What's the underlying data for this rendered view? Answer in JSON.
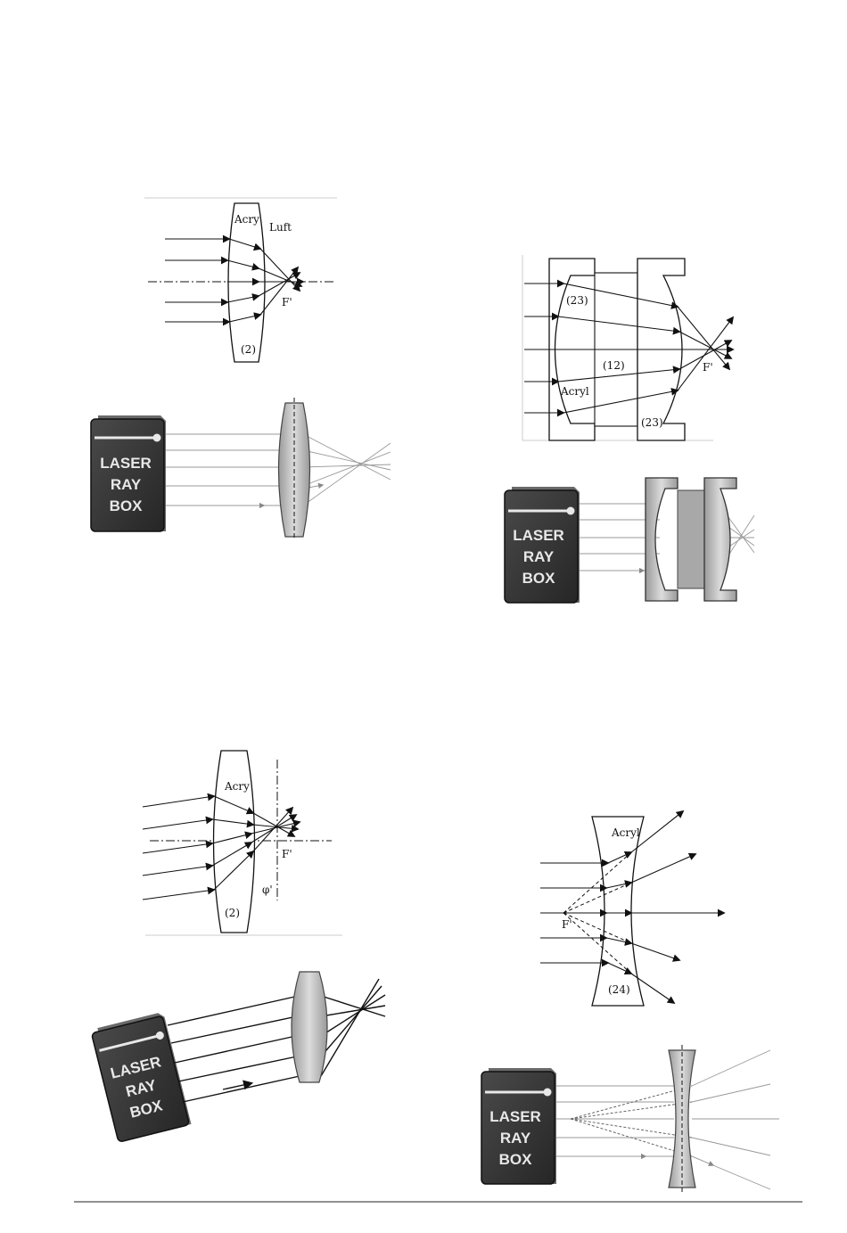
{
  "colors": {
    "ink": "#111111",
    "ray_gray": "#888888",
    "box_fill": "#3c3c3c",
    "box_side": "#6a6a6a",
    "lens_fill": "#c7c7c7",
    "page_line": "#222222"
  },
  "diagram1": {
    "material_label": "Acry",
    "medium_label": "Luft",
    "focus_label": "F'",
    "lens_number": "(2)"
  },
  "photo1": {
    "box_lines": [
      "LASER",
      "RAY",
      "BOX"
    ]
  },
  "diagram2": {
    "lens_number_top": "(23)",
    "gap_number": "(12)",
    "material_label": "Acryl",
    "lens_number_bottom": "(23)",
    "focus_label": "F'"
  },
  "photo2": {
    "box_lines": [
      "LASER",
      "RAY",
      "BOX"
    ]
  },
  "diagram3": {
    "material_label": "Acry",
    "focus_label": "F'",
    "angle_label": "φ'",
    "lens_number": "(2)"
  },
  "photo3": {
    "box_lines": [
      "LASER",
      "RAY",
      "BOX"
    ]
  },
  "diagram4": {
    "material_label": "Acryl",
    "focus_label": "F'",
    "lens_number": "(24)"
  },
  "photo4": {
    "box_lines": [
      "LASER",
      "RAY",
      "BOX"
    ]
  }
}
